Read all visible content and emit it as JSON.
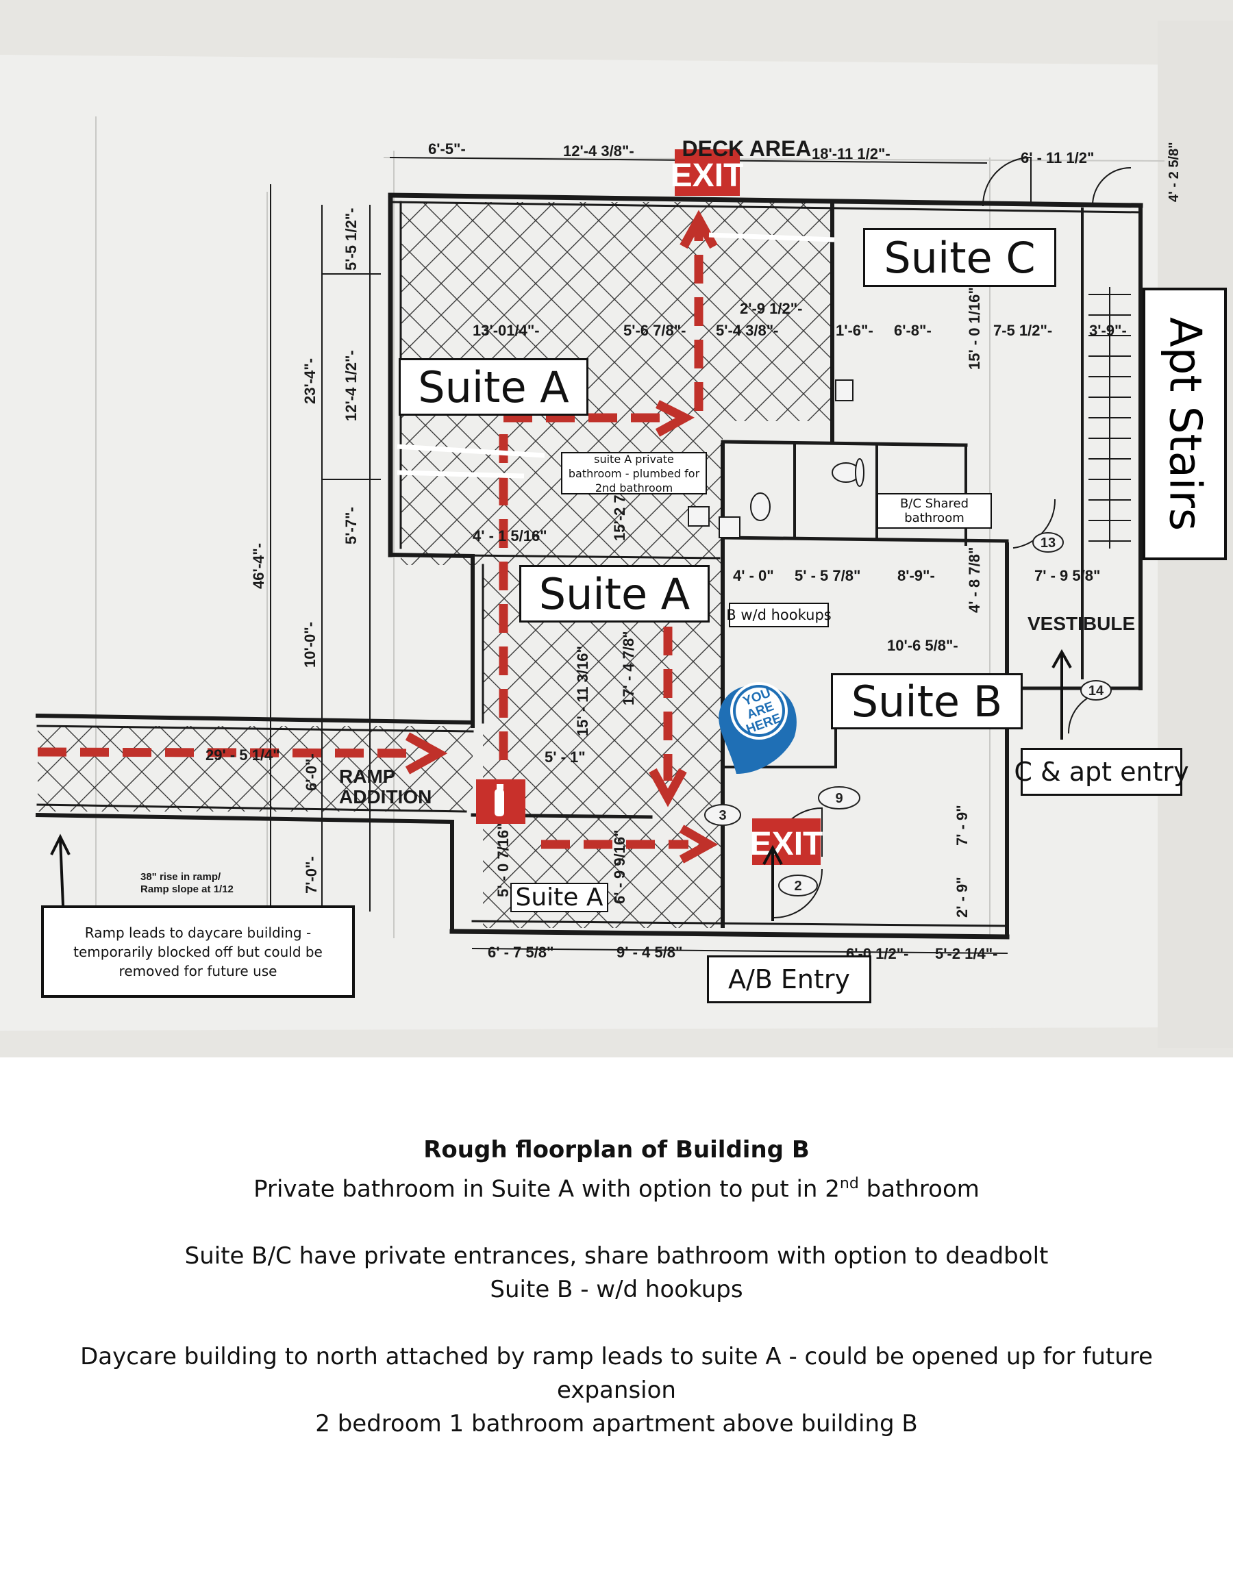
{
  "plan": {
    "deck_area": "DECK AREA",
    "exit_sign": "EXIT",
    "you_are_here": [
      "YOU",
      "ARE",
      "HERE"
    ],
    "ramp_addition": [
      "RAMP",
      "ADDITION"
    ],
    "vestibule": "VESTIBULE",
    "ramp_note_small": [
      "38\" rise in ramp/",
      "Ramp slope at 1/12"
    ],
    "room_tags": [
      "13",
      "14",
      "9",
      "2",
      "3"
    ],
    "dimensions": {
      "d1": "6'-5\"-",
      "d2": "12'-4 3/8\"-",
      "d3": "18'-11 1/2\"-",
      "d4": "6' - 11 1/2\"",
      "d5": "4' - 2 5/8\"",
      "d6": "13'-01/4\"-",
      "d7": "5'-6 7/8\"-",
      "d8": "2'-9 1/2\"-",
      "d9": "5'-4 3/8\"-",
      "d10": "1'-6\"-",
      "d11": "6'-8\"-",
      "d12": "7-5 1/2\"-",
      "d13": "3'-9\"-",
      "d14": "5'-5 1/2\"-",
      "d15": "23'-4\"-",
      "d16": "12'-4 1/2\"-",
      "d17": "5'-7\"-",
      "d18": "46'-4\"-",
      "d19": "10'-0\"-",
      "d20": "6'-0\"-",
      "d21": "7'-0\"-",
      "d22": "4' - 1 5/16\"",
      "d23": "4' - 0\"",
      "d24": "5' - 5 7/8\"",
      "d25": "8'-9\"-",
      "d26": "7' - 9 5/8\"",
      "d27": "10'-6 5/8\"-",
      "d28": "15' - 11 3/16\"",
      "d29": "17' - 4 7/8\"",
      "d30": "5' - 1\"",
      "d31": "29' - 5 1/4\"",
      "d32": "5' - 0 7/16\"",
      "d33": "6' - 9 9/16\"",
      "d34": "6' - 7 5/8\"",
      "d35": "9' - 4 5/8\"",
      "d36": "6'-0 1/2\"-",
      "d37": "5'-2 1/4\"-",
      "d38": "7' - 9\"",
      "d39": "2' - 9\"",
      "d40": "15'-2 7/8\"",
      "d41": "15' - 0 1/16\"",
      "d42": "4' - 8 7/8\""
    },
    "labels": {
      "suite_c": "Suite C",
      "apt_stairs": "Apt Stairs",
      "suite_a_1": "Suite A",
      "suite_a_2": "Suite A",
      "suite_a_3": "Suite A",
      "suite_b": "Suite B",
      "private_bath": "suite A private bathroom - plumbed for 2nd bathroom",
      "shared_bath": "B/C Shared bathroom",
      "wd_hookup": "B w/d hookups",
      "c_apt_entry": "C & apt entry",
      "ab_entry": "A/B Entry",
      "ramp_note": "Ramp leads to daycare building - temporarily blocked off but could be removed for future use"
    }
  },
  "caption": {
    "title": "Rough  floorplan of Building B",
    "line1_pre": "Private bathroom in Suite A with option to put in 2",
    "line1_sup": "nd",
    "line1_post": " bathroom",
    "line2": "Suite B/C have private entrances, share bathroom with option to deadbolt",
    "line3": "Suite B - w/d hookups",
    "line4": "Daycare building to north attached by ramp leads to suite A - could be opened up for future expansion",
    "line5": "2 bedroom 1 bathroom apartment above building B"
  },
  "colors": {
    "route": "#c0312a",
    "exit_red": "#c8302b",
    "pin_blue": "#1f6fb5",
    "wall": "#1a1a1a"
  }
}
